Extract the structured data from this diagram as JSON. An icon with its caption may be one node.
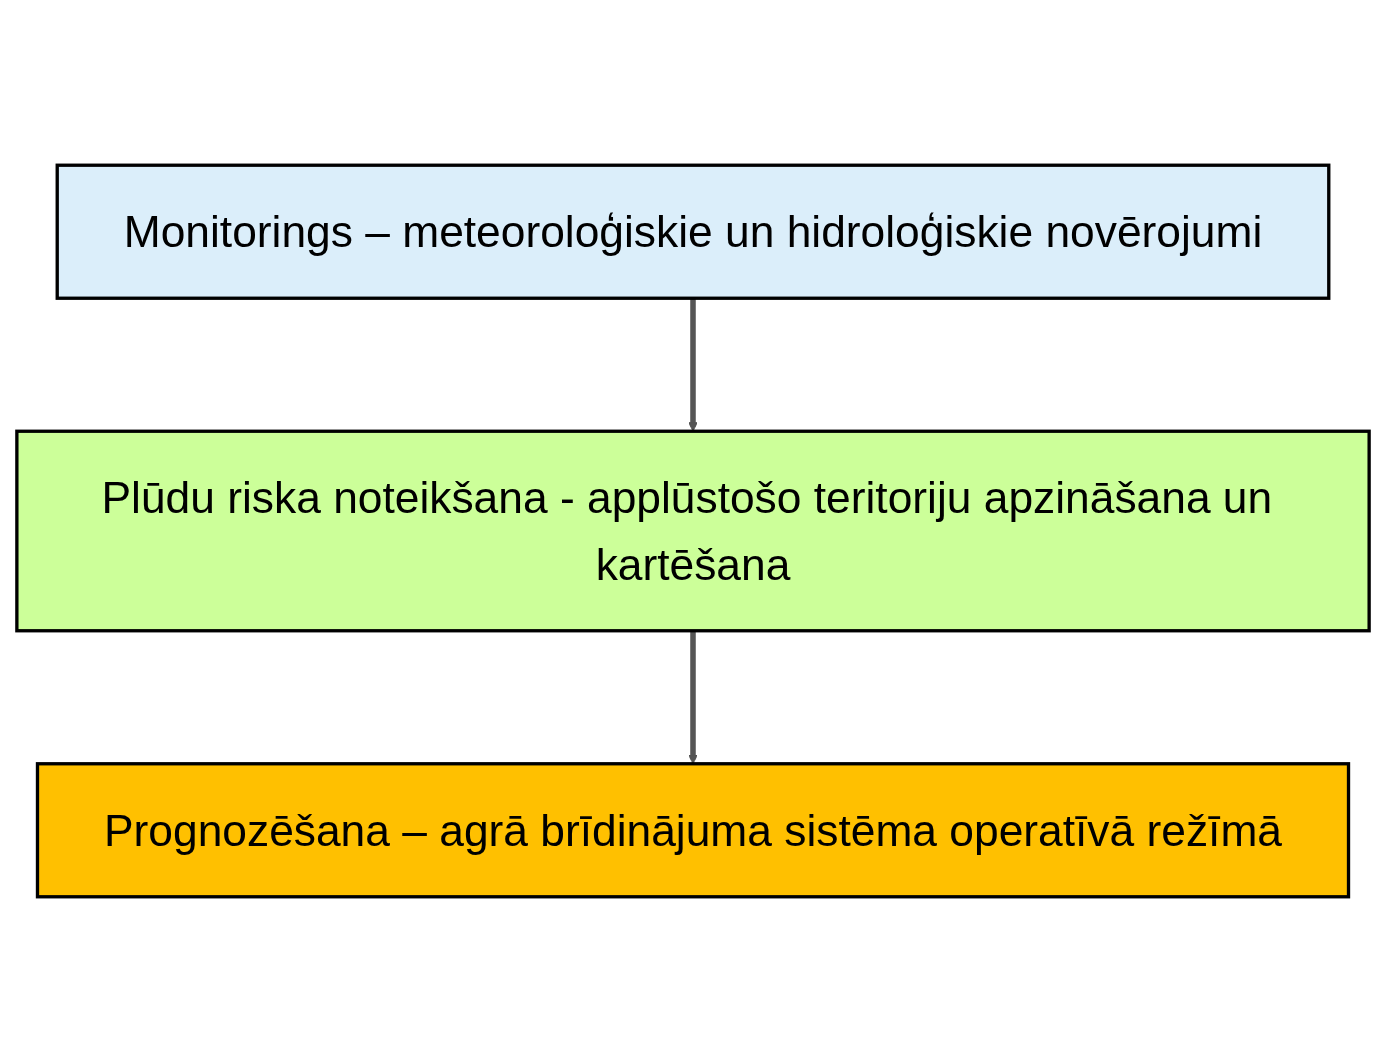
{
  "diagram": {
    "nodes": [
      {
        "text": [
          "Monitorings – meteoroloģiskie un hidroloģiskie novērojumi"
        ]
      },
      {
        "text": [
          "Plūdu riska noteikšana - applūstošo teritoriju apzināšana un kartēšana"
        ]
      },
      {
        "text": [
          "Prognozēšana – agrā brīdinājuma sistēma operatīvā režīmā"
        ]
      }
    ],
    "edges": [
      {
        "from": 0,
        "to": 1,
        "arrow": "to"
      },
      {
        "from": 1,
        "to": 2,
        "arrow": "to"
      }
    ]
  }
}
